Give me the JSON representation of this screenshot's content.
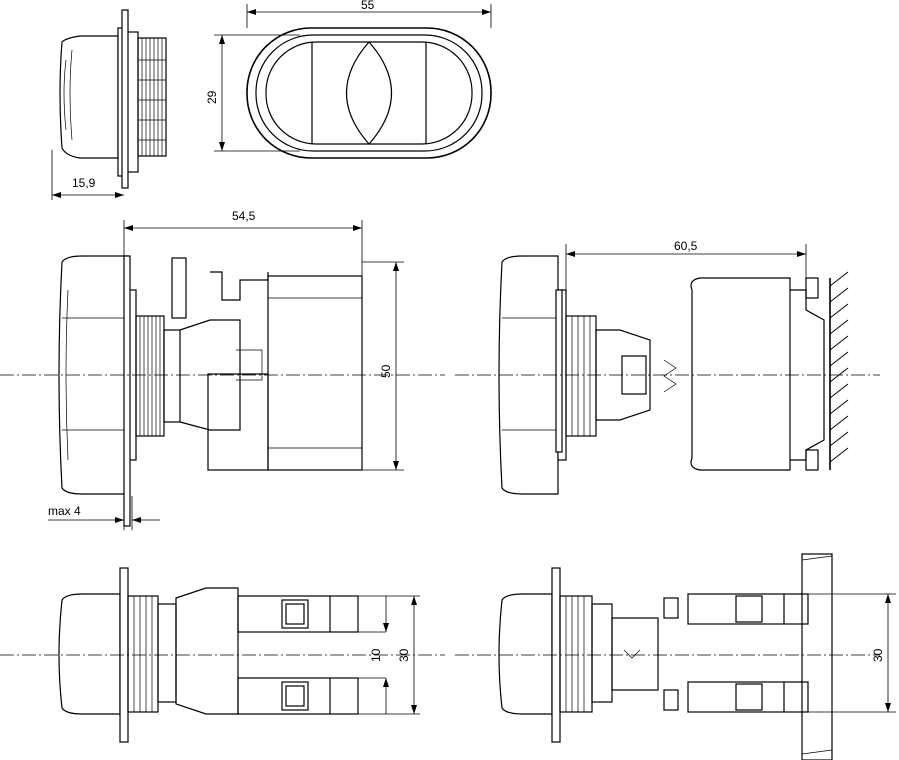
{
  "dimensions": {
    "width_overall": "55",
    "height_front": "29",
    "depth_actuator": "15,9",
    "depth_with_block": "54,5",
    "depth_with_rail": "60,5",
    "height_block": "50",
    "panel_thickness": "max 4",
    "contact_pitch": "10",
    "contact_span_left": "30",
    "contact_span_right": "30"
  },
  "colors": {
    "line": "#000000",
    "background": "#ffffff"
  }
}
